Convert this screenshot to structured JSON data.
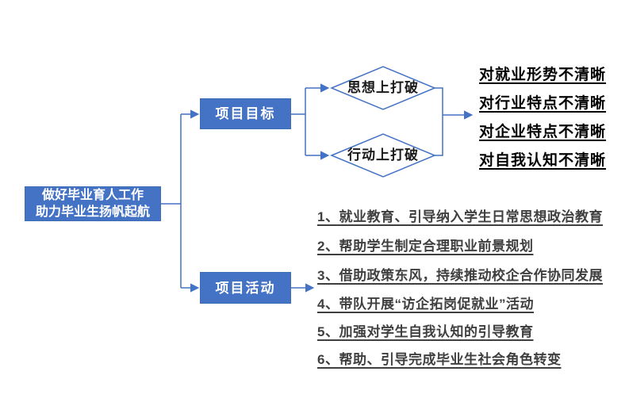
{
  "colors": {
    "accent_blue": "#4472C4",
    "node_fill": "#4472C4",
    "node_border": "#3E6CB5",
    "node_text": "#FFFFFF",
    "issue_text": "#000000",
    "activity_text": "#3F3F3F",
    "background": "#FFFFFF"
  },
  "root_node": {
    "line1": "做好毕业育人工作",
    "line2": "助力毕业生扬帆起航"
  },
  "branches": {
    "goal": {
      "label": "项目目标"
    },
    "activity": {
      "label": "项目活动"
    }
  },
  "goal_diamonds": [
    {
      "label": "思想上打破"
    },
    {
      "label": "行动上打破"
    }
  ],
  "goal_issues": [
    {
      "text": "对就业形势不清晰"
    },
    {
      "text": "对行业特点不清晰"
    },
    {
      "text": "对企业特点不清晰"
    },
    {
      "text": "对自我认知不清晰"
    }
  ],
  "activity_items": [
    {
      "text": "1、就业教育、引导纳入学生日常思想政治教育"
    },
    {
      "text": "2、帮助学生制定合理职业前景规划"
    },
    {
      "text": "3、借助政策东风，持续推动校企合作协同发展"
    },
    {
      "text": "4、带队开展“访企拓岗促就业”活动"
    },
    {
      "text": "5、加强对学生自我认知的引导教育"
    },
    {
      "text": "6、帮助、引导完成毕业生社会角色转变"
    }
  ]
}
